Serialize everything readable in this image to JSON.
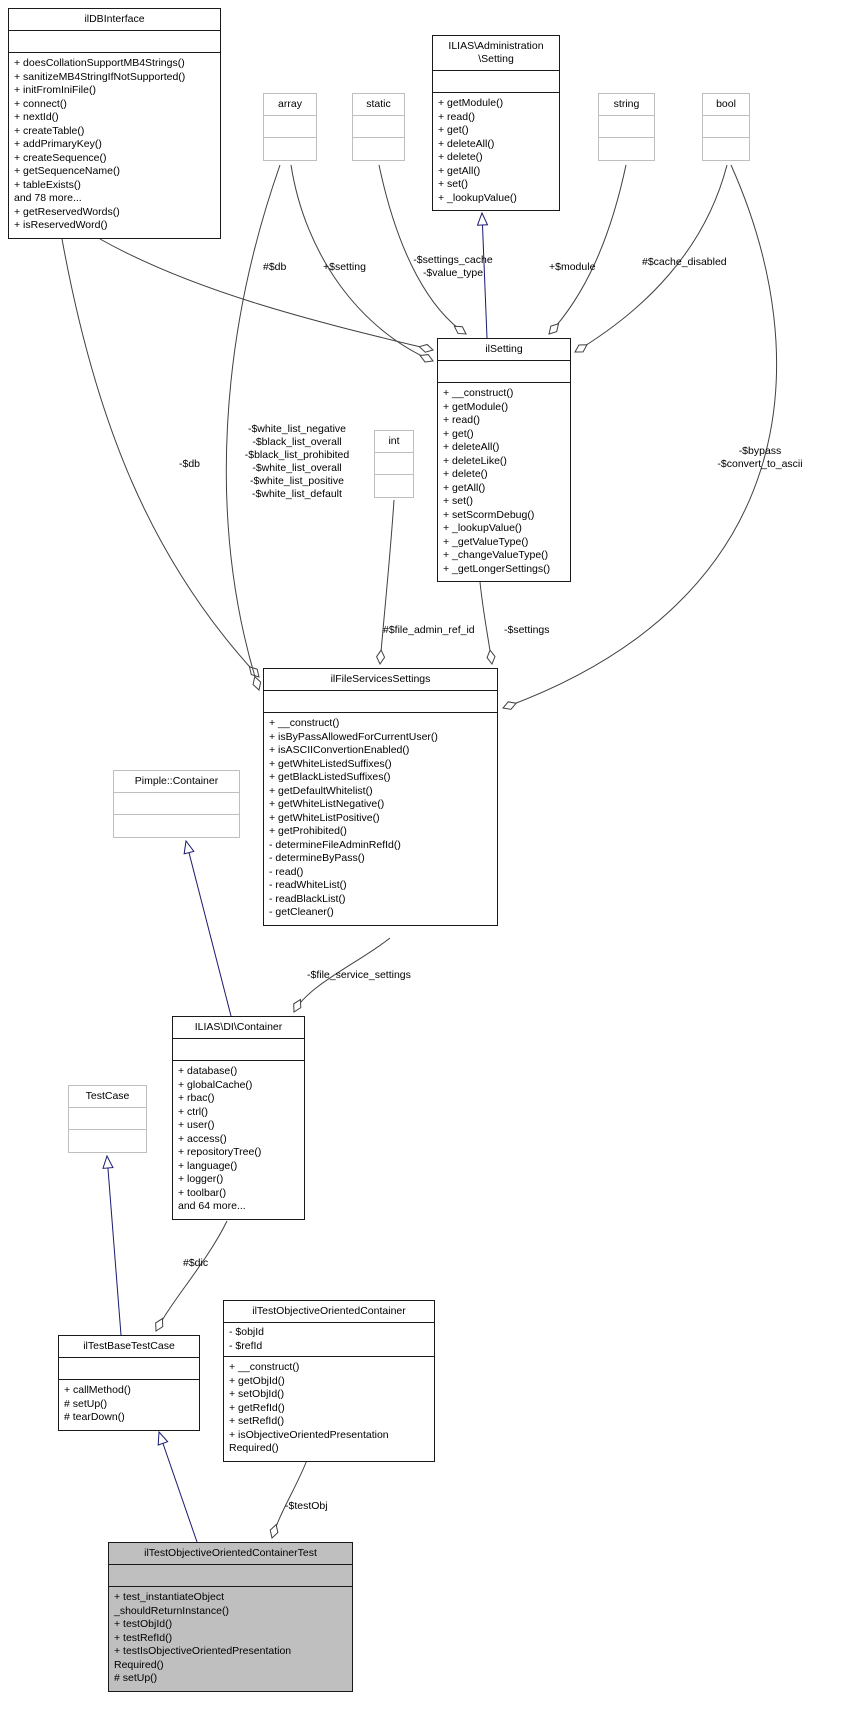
{
  "diagram_title": "ilTestObjectiveOrientedContainerTest collaboration diagram",
  "colors": {
    "highlight_fill": "#bfbfbf",
    "external_border": "#bfbfbf",
    "inheritance_edge": "#191970",
    "association_edge": "#404040",
    "class_border": "#1a1a1a"
  },
  "classes": {
    "dbinterface": {
      "title": "ilDBInterface",
      "attributes": [],
      "methods": [
        "+ doesCollationSupportMB4Strings()",
        "+ sanitizeMB4StringIfNotSupported()",
        "+ initFromIniFile()",
        "+ connect()",
        "+ nextId()",
        "+ createTable()",
        "+ addPrimaryKey()",
        "+ createSequence()",
        "+ getSequenceName()",
        "+ tableExists()",
        "and 78 more...",
        "+ getReservedWords()",
        "+ isReservedWord()"
      ]
    },
    "adminsetting": {
      "title": "ILIAS\\Administration\n\\Setting",
      "attributes": [],
      "methods": [
        "+ getModule()",
        "+ read()",
        "+ get()",
        "+ deleteAll()",
        "+ delete()",
        "+ getAll()",
        "+ set()",
        "+ _lookupValue()"
      ]
    },
    "array": {
      "title": "array",
      "attributes": [],
      "methods": []
    },
    "static": {
      "title": "static",
      "attributes": [],
      "methods": []
    },
    "string": {
      "title": "string",
      "attributes": [],
      "methods": []
    },
    "bool": {
      "title": "bool",
      "attributes": [],
      "methods": []
    },
    "int": {
      "title": "int",
      "attributes": [],
      "methods": []
    },
    "ilsetting": {
      "title": "ilSetting",
      "attributes": [],
      "methods": [
        "+ __construct()",
        "+ getModule()",
        "+ read()",
        "+ get()",
        "+ deleteAll()",
        "+ deleteLike()",
        "+ delete()",
        "+ getAll()",
        "+ set()",
        "+ setScormDebug()",
        "+ _lookupValue()",
        "+ _getValueType()",
        "+ _changeValueType()",
        "+ _getLongerSettings()"
      ]
    },
    "filesettings": {
      "title": "ilFileServicesSettings",
      "attributes": [],
      "methods": [
        "+ __construct()",
        "+ isByPassAllowedForCurrentUser()",
        "+ isASCIIConvertionEnabled()",
        "+ getWhiteListedSuffixes()",
        "+ getBlackListedSuffixes()",
        "+ getDefaultWhitelist()",
        "+ getWhiteListNegative()",
        "+ getWhiteListPositive()",
        "+ getProhibited()",
        "- determineFileAdminRefId()",
        "- determineByPass()",
        "- read()",
        "- readWhiteList()",
        "- readBlackList()",
        "- getCleaner()"
      ]
    },
    "pimple": {
      "title": "Pimple::Container",
      "attributes": [],
      "methods": []
    },
    "dicontainer": {
      "title": "ILIAS\\DI\\Container",
      "attributes": [],
      "methods": [
        "+ database()",
        "+ globalCache()",
        "+ rbac()",
        "+ ctrl()",
        "+ user()",
        "+ access()",
        "+ repositoryTree()",
        "+ language()",
        "+ logger()",
        "+ toolbar()",
        "and 64 more..."
      ]
    },
    "testcase": {
      "title": "TestCase",
      "attributes": [],
      "methods": []
    },
    "basetestcase": {
      "title": "ilTestBaseTestCase",
      "attributes": [],
      "methods": [
        "+ callMethod()",
        "# setUp()",
        "# tearDown()"
      ]
    },
    "objcontainer": {
      "title": "ilTestObjectiveOrientedContainer",
      "attributes": [
        "- $objId",
        "- $refId"
      ],
      "methods": [
        "+ __construct()",
        "+ getObjId()",
        "+ setObjId()",
        "+ getRefId()",
        "+ setRefId()",
        "+ isObjectiveOrientedPresentation",
        "Required()"
      ]
    },
    "testclass": {
      "title": "ilTestObjectiveOrientedContainerTest",
      "attributes": [],
      "methods": [
        "+ test_instantiateObject",
        "_shouldReturnInstance()",
        "+ testObjId()",
        "+ testRefId()",
        "+ testIsObjectiveOrientedPresentation",
        "Required()",
        "# setUp()"
      ]
    }
  },
  "labels": {
    "db_setting": "#$db",
    "setting": "+$setting",
    "settings_cache": "-$settings_cache\n-$value_type",
    "module": "+$module",
    "cache_disabled": "#$cache_disabled",
    "db_filesettings": "-$db",
    "whitelists": "-$white_list_negative\n-$black_list_overall\n-$black_list_prohibited\n-$white_list_overall\n-$white_list_positive\n-$white_list_default",
    "bypass": "-$bypass\n-$convert_to_ascii",
    "file_admin_ref_id": "#$file_admin_ref_id",
    "settings": "-$settings",
    "file_service_settings": "-$file_service_settings",
    "dic": "#$dic",
    "test_obj": "-$testObj"
  }
}
